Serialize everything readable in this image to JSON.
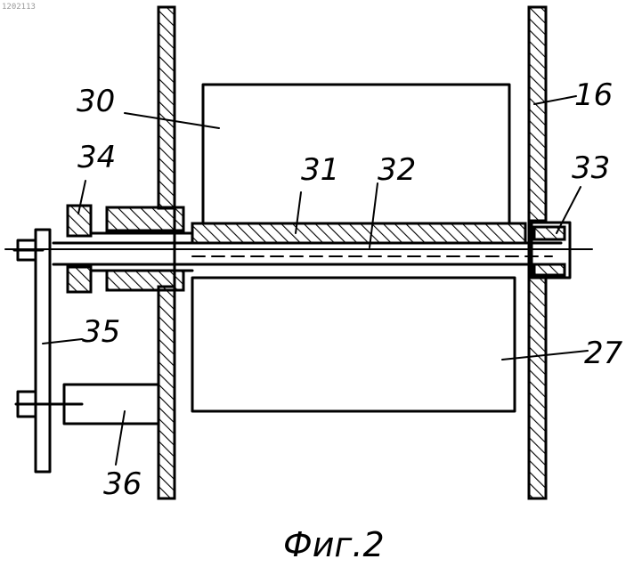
{
  "document": {
    "stamp": "1202113",
    "caption": "Фиг.2"
  },
  "labels": {
    "l30": "30",
    "l16": "16",
    "l34": "34",
    "l31": "31",
    "l32": "32",
    "l33": "33",
    "l35": "35",
    "l27": "27",
    "l36": "36"
  }
}
